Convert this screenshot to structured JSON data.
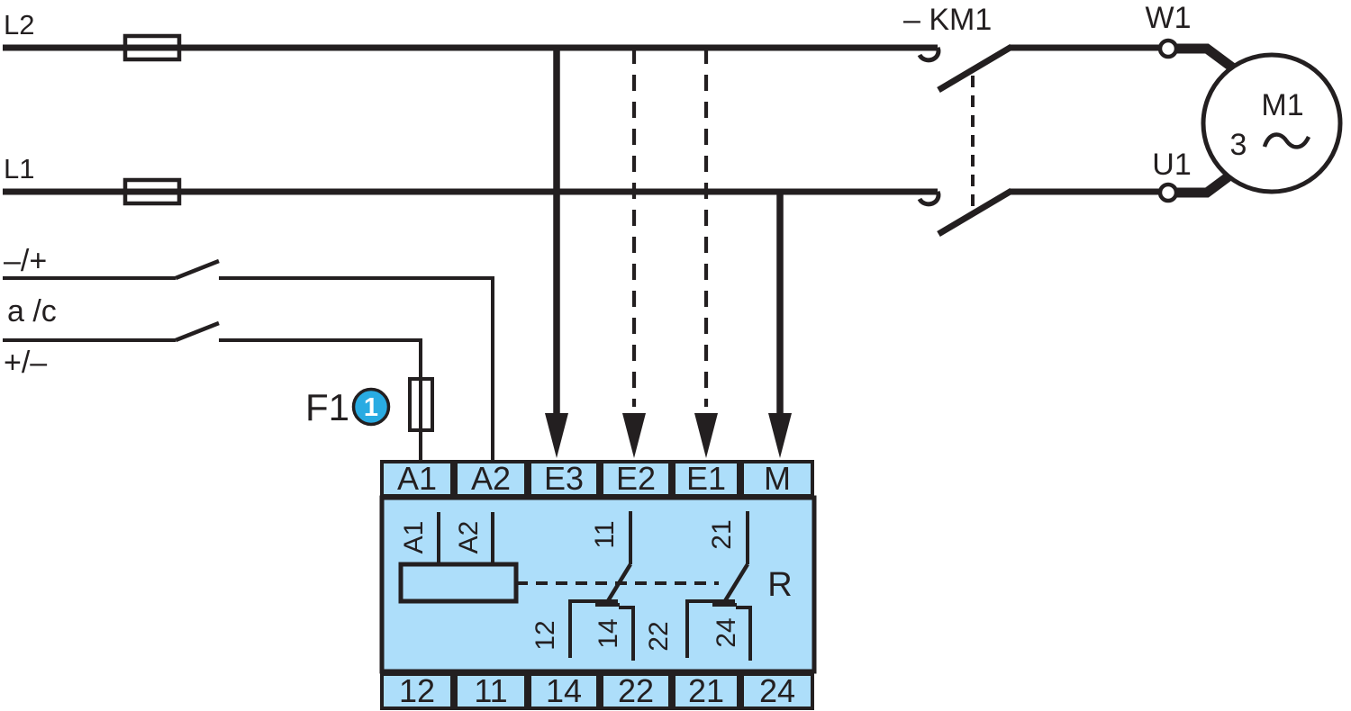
{
  "colors": {
    "line": "#231f20",
    "relay_fill": "#addefa",
    "callout_fill": "#29abe2",
    "white": "#ffffff"
  },
  "power": {
    "l2_label": "L2",
    "l1_label": "L1",
    "contactor_label": "– KM1",
    "w1_label": "W1",
    "u1_label": "U1"
  },
  "motor": {
    "name": "M1",
    "phase": "3"
  },
  "control": {
    "top_label": "–/+",
    "mid_label": "a /c",
    "bottom_label": "+/–",
    "fuse_label": "F1",
    "callout": "1"
  },
  "relay": {
    "designation": "R",
    "top_terminals": [
      "A1",
      "A2",
      "E3",
      "E2",
      "E1",
      "M"
    ],
    "bottom_terminals": [
      "12",
      "11",
      "14",
      "22",
      "21",
      "24"
    ],
    "internal": {
      "coil_a1": "A1",
      "coil_a2": "A2",
      "c1_common": "11",
      "c1_nc": "12",
      "c1_no": "14",
      "c2_common": "21",
      "c2_nc": "22",
      "c2_no": "24"
    }
  }
}
